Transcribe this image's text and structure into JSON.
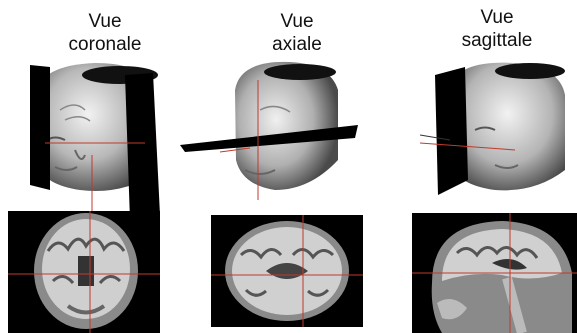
{
  "views": [
    {
      "id": "coronal",
      "line1": "Vue",
      "line2": "coronale"
    },
    {
      "id": "axial",
      "line1": "Vue",
      "line2": "axiale"
    },
    {
      "id": "sagittal",
      "line1": "Vue",
      "line2": "sagittale"
    }
  ],
  "colors": {
    "crosshair": "#c0392b",
    "plane": "#000000",
    "background": "#ffffff"
  }
}
